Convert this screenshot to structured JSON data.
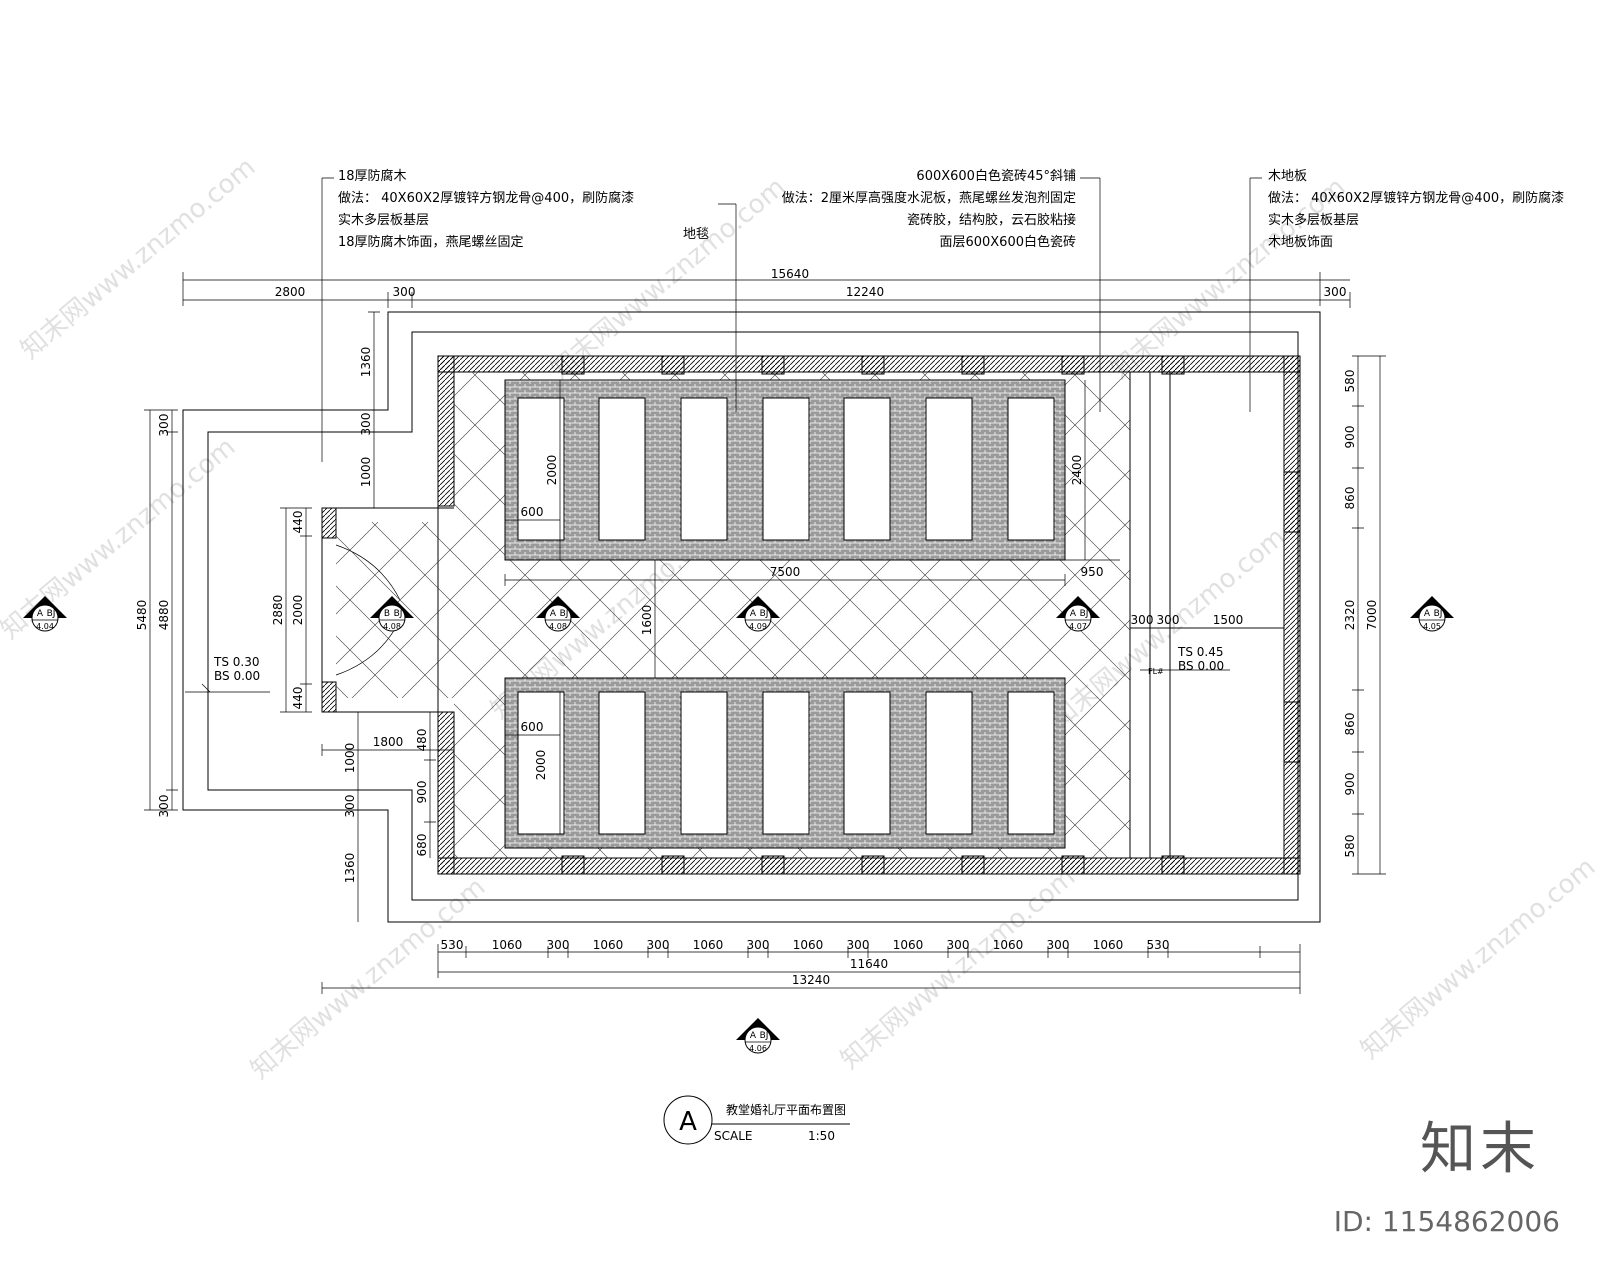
{
  "notes": {
    "left": [
      "18厚防腐木",
      "做法：  40X60X2厚镀锌方钢龙骨@400，刷防腐漆",
      "实木多层板基层",
      "18厚防腐木饰面，燕尾螺丝固定"
    ],
    "center_label": "地毯",
    "middle": [
      "600X600白色瓷砖45°斜铺",
      "做法：2厘米厚高强度水泥板，燕尾螺丝发泡剂固定",
      "瓷砖胶，结构胶，云石胶粘接",
      "面层600X600白色瓷砖"
    ],
    "right": [
      "木地板",
      "做法：  40X60X2厚镀锌方钢龙骨@400，刷防腐漆",
      "实木多层板基层",
      "木地板饰面"
    ]
  },
  "dims": {
    "top_total": "15640",
    "top_segments": [
      "2800",
      "300",
      "12240",
      "300"
    ],
    "left_outer": "5480",
    "left_inner": "4880",
    "left_top_300": "300",
    "left_bottom_300": "300",
    "door_total": "2880",
    "door_mid": "2000",
    "door_top": "440",
    "door_bottom": "440",
    "wing_top": [
      "1360",
      "300",
      "1000"
    ],
    "wing_bottom": [
      "480",
      "1000",
      "900",
      "300",
      "680",
      "1360"
    ],
    "wing_width": "1800",
    "right_total": "7000",
    "right_segments": [
      "580",
      "900",
      "860",
      "2320",
      "860",
      "900",
      "580"
    ],
    "bottom_segments": [
      "530",
      "1060",
      "300",
      "1060",
      "300",
      "1060",
      "300",
      "1060",
      "300",
      "1060",
      "300",
      "1060",
      "300",
      "1060",
      "530"
    ],
    "bottom_mid": "11640",
    "bottom_total": "13240",
    "inner": {
      "carpet_height_top": "2000",
      "pew_width_top": "600",
      "aisle_height": "1600",
      "aisle_length": "7500",
      "pew_width_bottom": "600",
      "carpet_height_bottom": "2000",
      "tile_height": "2400",
      "tile_offset": "950",
      "stage_a": "300",
      "stage_b": "300",
      "stage_c": "1500"
    }
  },
  "levels": {
    "left": [
      "TS 0.30",
      "BS 0.00"
    ],
    "right": [
      "TS 0.45",
      "BS 0.00"
    ],
    "mark": "FL#"
  },
  "section_marks": [
    {
      "top": "A",
      "right": "BJ",
      "ref": "4.04"
    },
    {
      "top": "B",
      "right": "BJ",
      "ref": "4.08"
    },
    {
      "top": "A",
      "right": "BJ",
      "ref": "4.08"
    },
    {
      "top": "A",
      "right": "BJ",
      "ref": "4.09"
    },
    {
      "top": "A",
      "right": "BJ",
      "ref": "4.07"
    },
    {
      "top": "A",
      "right": "BJ",
      "ref": "4.05"
    },
    {
      "top": "A",
      "right": "BJ",
      "ref": "4.06"
    }
  ],
  "title_block": {
    "letter": "A",
    "title": "教堂婚礼厅平面布置图",
    "scale_label": "SCALE",
    "scale_value": "1:50"
  },
  "watermarks": [
    "知末网www.znzmo.com"
  ],
  "brand": "知末",
  "image_id": "ID: 1154862006"
}
